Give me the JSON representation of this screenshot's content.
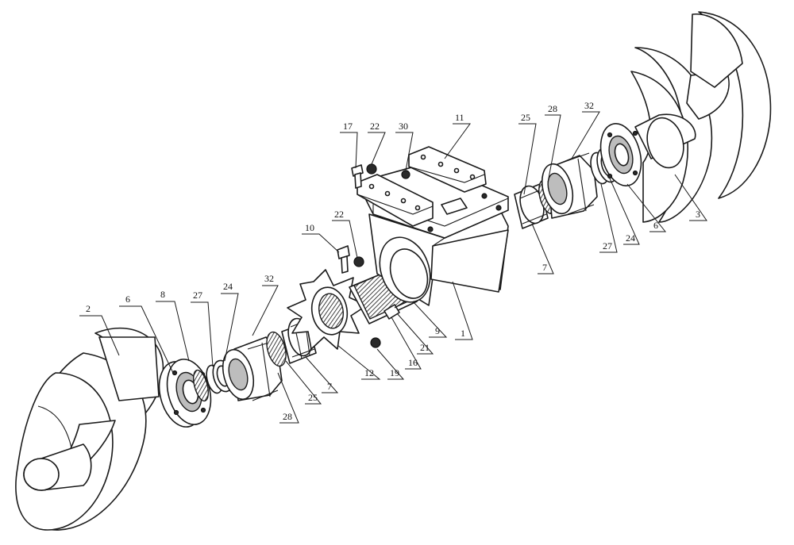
{
  "callouts": [
    {
      "id": "c-2",
      "text": "2"
    },
    {
      "id": "c-6a",
      "text": "6"
    },
    {
      "id": "c-8",
      "text": "8"
    },
    {
      "id": "c-27a",
      "text": "27"
    },
    {
      "id": "c-24a",
      "text": "24"
    },
    {
      "id": "c-32a",
      "text": "32"
    },
    {
      "id": "c-28a",
      "text": "28"
    },
    {
      "id": "c-25a",
      "text": "25"
    },
    {
      "id": "c-7a",
      "text": "7"
    },
    {
      "id": "c-12",
      "text": "12"
    },
    {
      "id": "c-19",
      "text": "19"
    },
    {
      "id": "c-16",
      "text": "16"
    },
    {
      "id": "c-21",
      "text": "21"
    },
    {
      "id": "c-9",
      "text": "9"
    },
    {
      "id": "c-1",
      "text": "1"
    },
    {
      "id": "c-10",
      "text": "10"
    },
    {
      "id": "c-22a",
      "text": "22"
    },
    {
      "id": "c-17",
      "text": "17"
    },
    {
      "id": "c-22b",
      "text": "22"
    },
    {
      "id": "c-30",
      "text": "30"
    },
    {
      "id": "c-11",
      "text": "11"
    },
    {
      "id": "c-25b",
      "text": "25"
    },
    {
      "id": "c-28b",
      "text": "28"
    },
    {
      "id": "c-32b",
      "text": "32"
    },
    {
      "id": "c-7b",
      "text": "7"
    },
    {
      "id": "c-27b",
      "text": "27"
    },
    {
      "id": "c-24b",
      "text": "24"
    },
    {
      "id": "c-6b",
      "text": "6"
    },
    {
      "id": "c-3",
      "text": "3"
    }
  ]
}
